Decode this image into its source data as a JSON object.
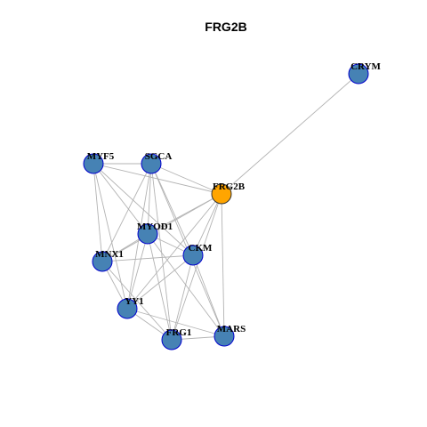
{
  "title": "FRG2B",
  "colors": {
    "focus_node": "#FFA500",
    "node": "#4682B4",
    "node_border": "#0000CD",
    "focus_border": "#333333",
    "edge": "#B3B3B3"
  },
  "nodes": [
    {
      "id": "CRYM",
      "label": "CRYM",
      "focus": false
    },
    {
      "id": "MYF5",
      "label": "MYF5",
      "focus": false
    },
    {
      "id": "SGCA",
      "label": "SGCA",
      "focus": false
    },
    {
      "id": "FRG2B",
      "label": "FRG2B",
      "focus": true
    },
    {
      "id": "MYOD1",
      "label": "MYOD1",
      "focus": false
    },
    {
      "id": "MNX1",
      "label": "MNX1",
      "focus": false
    },
    {
      "id": "CKM",
      "label": "CKM",
      "focus": false
    },
    {
      "id": "YY1",
      "label": "YY1",
      "focus": false
    },
    {
      "id": "FRG1",
      "label": "FRG1",
      "focus": false
    },
    {
      "id": "MARS",
      "label": "MARS",
      "focus": false
    }
  ],
  "edges": [
    [
      "CRYM",
      "FRG2B"
    ],
    [
      "MYF5",
      "SGCA"
    ],
    [
      "MYF5",
      "FRG2B"
    ],
    [
      "MYF5",
      "MYOD1"
    ],
    [
      "MYF5",
      "MNX1"
    ],
    [
      "MYF5",
      "CKM"
    ],
    [
      "MYF5",
      "YY1"
    ],
    [
      "SGCA",
      "FRG2B"
    ],
    [
      "SGCA",
      "MYOD1"
    ],
    [
      "SGCA",
      "MNX1"
    ],
    [
      "SGCA",
      "CKM"
    ],
    [
      "SGCA",
      "YY1"
    ],
    [
      "SGCA",
      "FRG1"
    ],
    [
      "SGCA",
      "MARS"
    ],
    [
      "FRG2B",
      "MYOD1"
    ],
    [
      "FRG2B",
      "MNX1"
    ],
    [
      "FRG2B",
      "CKM"
    ],
    [
      "FRG2B",
      "YY1"
    ],
    [
      "FRG2B",
      "FRG1"
    ],
    [
      "FRG2B",
      "MARS"
    ],
    [
      "MYOD1",
      "MNX1"
    ],
    [
      "MYOD1",
      "CKM"
    ],
    [
      "MYOD1",
      "YY1"
    ],
    [
      "MYOD1",
      "FRG1"
    ],
    [
      "MYOD1",
      "MARS"
    ],
    [
      "MNX1",
      "CKM"
    ],
    [
      "MNX1",
      "YY1"
    ],
    [
      "MNX1",
      "FRG1"
    ],
    [
      "CKM",
      "YY1"
    ],
    [
      "CKM",
      "FRG1"
    ],
    [
      "CKM",
      "MARS"
    ],
    [
      "YY1",
      "FRG1"
    ],
    [
      "YY1",
      "MARS"
    ],
    [
      "FRG1",
      "MARS"
    ]
  ]
}
